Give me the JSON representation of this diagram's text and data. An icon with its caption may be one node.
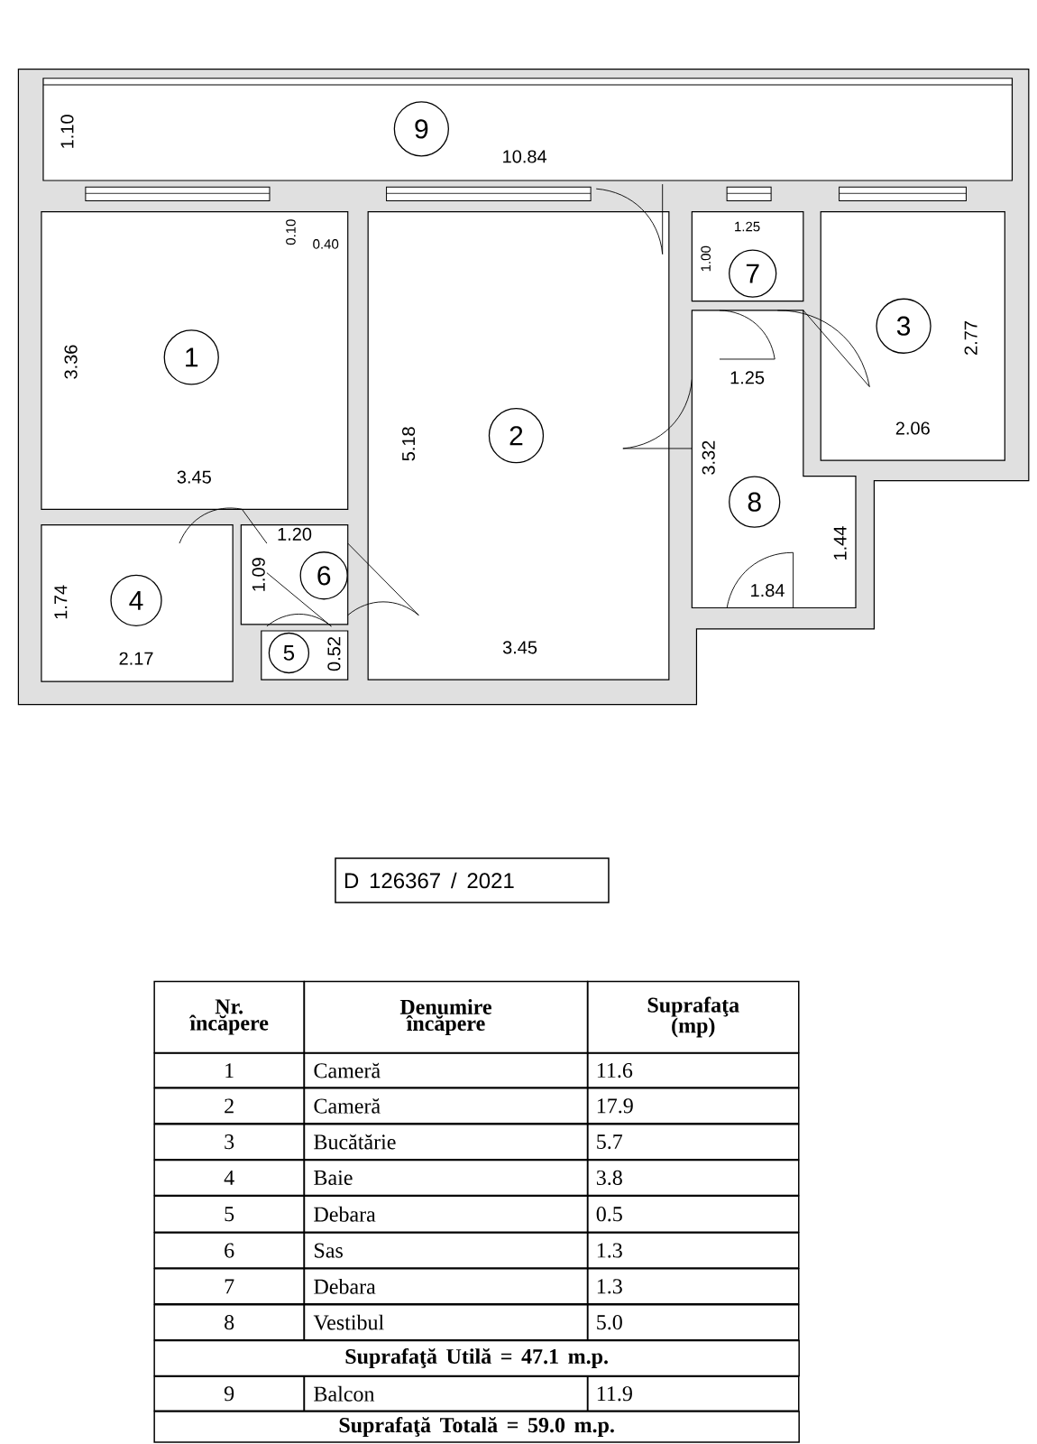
{
  "diagram": {
    "nodes": [
      {
        "text": [
          "9"
        ]
      },
      {
        "text": [
          "1"
        ]
      },
      {
        "text": [
          "2"
        ]
      },
      {
        "text": [
          "7"
        ]
      },
      {
        "text": [
          "3"
        ]
      },
      {
        "text": [
          "8"
        ]
      },
      {
        "text": [
          "6"
        ]
      },
      {
        "text": [
          "4"
        ]
      },
      {
        "text": [
          "5"
        ]
      },
      {
        "text": [
          "D 126367 / 2021"
        ]
      }
    ],
    "labels": [
      "1.10",
      "10.84",
      "0.10",
      "0.40",
      "1.25",
      "1.00",
      "3.36",
      "2.77",
      "1.25",
      "3.45",
      "5.18",
      "2.06",
      "3.32",
      "1.20",
      "1.09",
      "1.74",
      "1.44",
      "1.84",
      "2.17",
      "0.52",
      "3.45",
      "Nr. încăpere",
      "Denumire încăpere",
      "Suprafaţa (mp)",
      "1",
      "Cameră",
      "11.6",
      "2",
      "Cameră",
      "17.9",
      "3",
      "Bucătărie",
      "5.7",
      "4",
      "Baie",
      "3.8",
      "5",
      "Debara",
      "0.5",
      "6",
      "Sas",
      "1.3",
      "7",
      "Debara",
      "1.3",
      "8",
      "Vestibul",
      "5.0",
      "Suprafaţă Utilă = 47.1 m.p.",
      "9",
      "Balcon",
      "11.9",
      "Suprafaţă Totală = 59.0 m.p."
    ]
  }
}
